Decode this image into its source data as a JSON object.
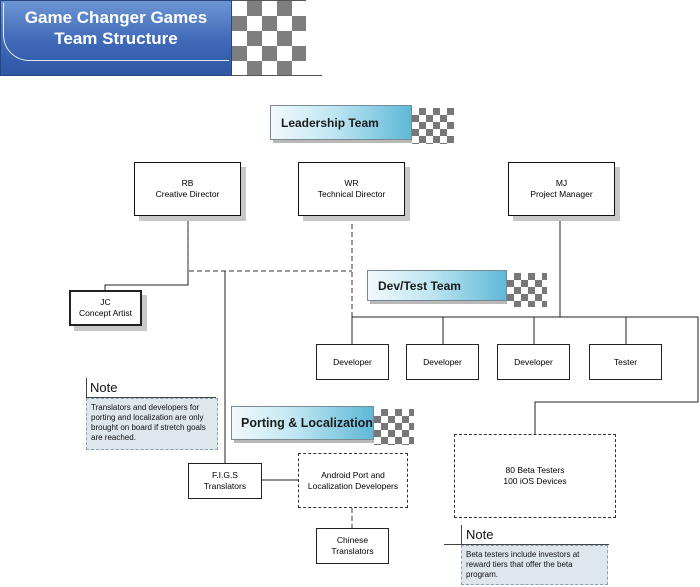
{
  "title": {
    "line1": "Game Changer Games",
    "line2": "Team Structure"
  },
  "teams": {
    "leadership": "Leadership Team",
    "devtest": "Dev/Test Team",
    "porting": "Porting & Localization"
  },
  "leaders": [
    {
      "initials": "RB",
      "role": "Creative Director"
    },
    {
      "initials": "WR",
      "role": "Technical Director"
    },
    {
      "initials": "MJ",
      "role": "Project Manager"
    }
  ],
  "concept_artist": {
    "initials": "JC",
    "role": "Concept Artist"
  },
  "developers": [
    "Developer",
    "Developer",
    "Developer",
    "Tester"
  ],
  "figs": {
    "line1": "F.I.G.S",
    "line2": "Translators"
  },
  "android": {
    "line1": "Android Port and",
    "line2": "Localization Developers"
  },
  "chinese": {
    "line1": "Chinese",
    "line2": "Translators"
  },
  "beta": {
    "line1": "80 Beta Testers",
    "line2": "100 iOS Devices"
  },
  "note1": {
    "title": "Note",
    "body": "Translators and developers for porting and localization are only brought on board if stretch goals are reached."
  },
  "note2": {
    "title": "Note",
    "body": "Beta testers include investors at reward tiers that offer the beta program."
  },
  "colors": {
    "title_blue": "#3f69b8",
    "banner_cyan": "#5fb8d7",
    "note_fill": "#dde7ec"
  }
}
